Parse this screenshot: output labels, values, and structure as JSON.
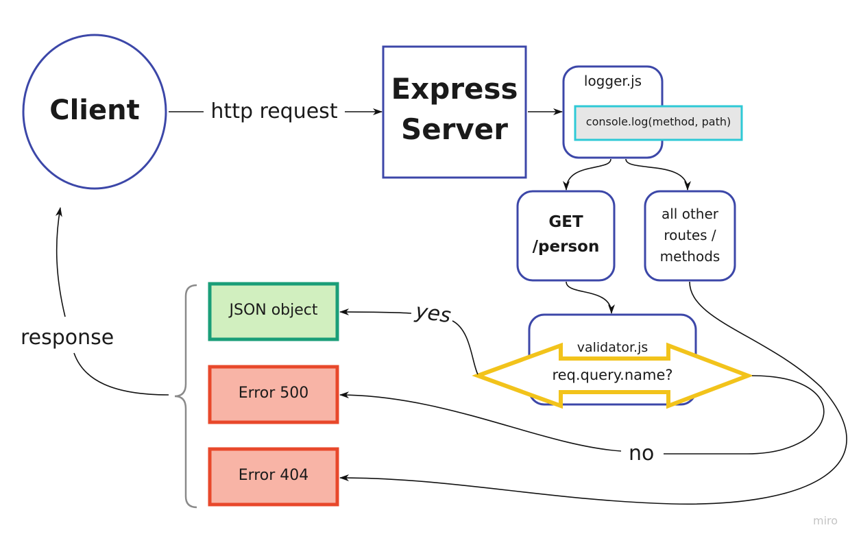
{
  "nodes": {
    "client": "Client",
    "server_line1": "Express",
    "server_line2": "Server",
    "logger": "logger.js",
    "logger_call": "console.log(method, path)",
    "get_line1": "GET",
    "get_line2": "/person",
    "other_line1": "all other",
    "other_line2": "routes /",
    "other_line3": "methods",
    "validator": "validator.js",
    "validator_check": "req.query.name?",
    "json": "JSON object",
    "error500": "Error 500",
    "error404": "Error 404"
  },
  "edges": {
    "http_request": "http request",
    "response": "response",
    "yes": "yes",
    "no": "no"
  },
  "watermark": "miro",
  "colors": {
    "node_border": "#3c47a8",
    "cyan": "#2ec9d6",
    "grey_fill": "#e6e6e6",
    "yellow": "#f2c31b",
    "green_border": "#1a9e78",
    "green_fill": "#d1efbf",
    "red_border": "#e8482b",
    "red_fill": "#f8b4a6",
    "bracket": "#8a8a8a"
  }
}
